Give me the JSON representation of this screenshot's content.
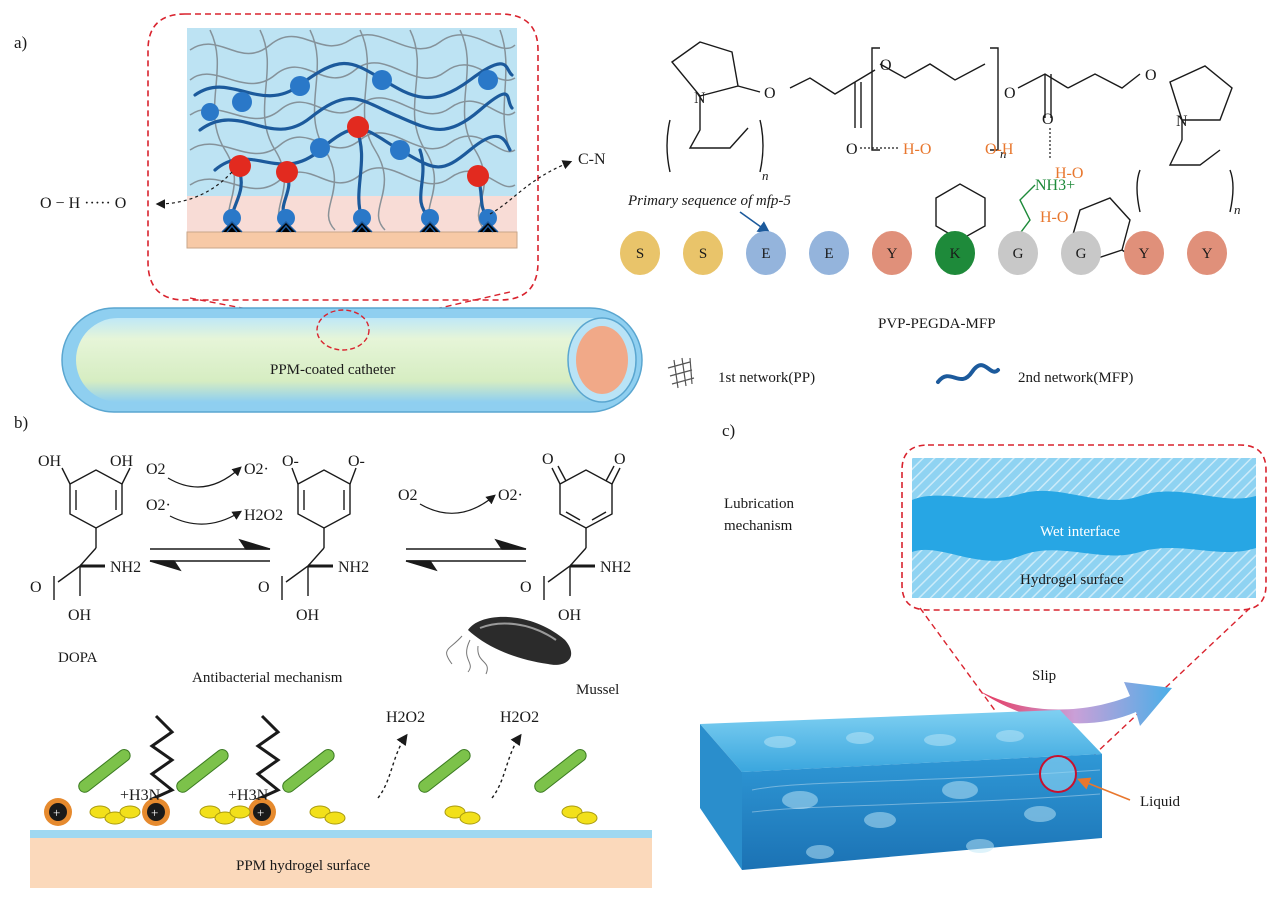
{
  "panels": {
    "a": "a)",
    "b": "b)",
    "c": "c)"
  },
  "panel_a": {
    "h_bond_left": "O − H ····· O",
    "cn_label": "C-N",
    "catheter_label": "PPM-coated catheter",
    "primary_sequence_label": "Primary sequence of mfp-5",
    "sequence": [
      {
        "letter": "S",
        "color": "#e9c46a"
      },
      {
        "letter": "S",
        "color": "#e9c46a"
      },
      {
        "letter": "E",
        "color": "#94b4dc"
      },
      {
        "letter": "E",
        "color": "#94b4dc"
      },
      {
        "letter": "Y",
        "color": "#e0907a"
      },
      {
        "letter": "K",
        "color": "#1e8a3a"
      },
      {
        "letter": "G",
        "color": "#c8c8c8"
      },
      {
        "letter": "G",
        "color": "#c8c8c8"
      },
      {
        "letter": "Y",
        "color": "#e0907a"
      },
      {
        "letter": "Y",
        "color": "#e0907a"
      }
    ],
    "polymer_name": "PVP-PEGDA-MFP",
    "legend_1": "1st network(PP)",
    "legend_2": "2nd network(MFP)",
    "atoms": {
      "N1": "N",
      "O1": "O",
      "O2": "O",
      "O3": "O",
      "O4": "O",
      "O5": "O",
      "N2": "N",
      "n1": "n",
      "n2": "n",
      "n3": "n",
      "ho1": "H-O",
      "oh1": "O-H",
      "nh3": "NH3+",
      "ho2": "H-O",
      "ho3": "H-O",
      "o_carbonyl": "O"
    }
  },
  "panel_b": {
    "reactions": {
      "o2_1": "O2",
      "o2_rad_1": "O2·",
      "o2_rad_2": "O2·",
      "h2o2_1": "H2O2",
      "o2_2": "O2",
      "o2_rad_3": "O2·"
    },
    "oh": "OH",
    "nh2": "NH2",
    "o": "O",
    "o_minus": "O-",
    "dopa_label": "DOPA",
    "antibacterial_label": "Antibacterial mechanism",
    "mussel_label": "Mussel",
    "h2o2_a": "H2O2",
    "h2o2_b": "H2O2",
    "h3n_a": "+H3N",
    "h3n_b": "+H3N",
    "surface_label": "PPM hydrogel surface"
  },
  "panel_c": {
    "lubrication_label": "Lubrication mechanism",
    "wet_interface_label": "Wet interface",
    "hydrogel_surface_label": "Hydrogel surface",
    "slip_label": "Slip",
    "liquid_label": "Liquid"
  },
  "colors": {
    "red_dash": "#d9232e",
    "network_blue": "#1c5a9c",
    "node_blue": "#2a78c8",
    "node_red": "#e22a1f",
    "orange": "#e8772e",
    "green": "#1e8a3a",
    "water": "#3aa6de"
  }
}
